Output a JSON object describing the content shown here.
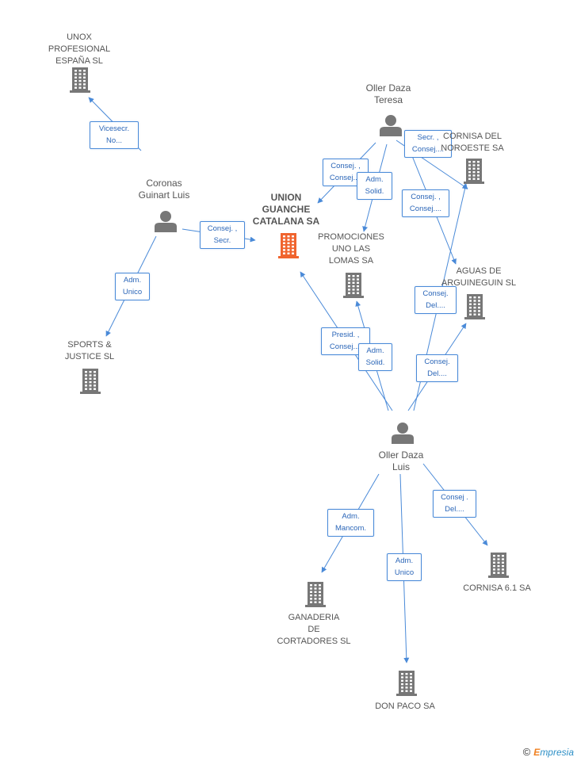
{
  "colors": {
    "edge": "#4a8ad8",
    "node": "#777777",
    "main": "#f0642e",
    "label_text": "#2b66b8"
  },
  "nodes": [
    {
      "id": "unox",
      "type": "company",
      "label": "UNOX\nPROFESIONAL\nESPAÑA  SL"
    },
    {
      "id": "coronas",
      "type": "person",
      "label": "Coronas\nGuinart Luis"
    },
    {
      "id": "sports",
      "type": "company",
      "label": "SPORTS &\nJUSTICE SL"
    },
    {
      "id": "union",
      "type": "company-main",
      "label": "UNION\nGUANCHE\nCATALANA SA"
    },
    {
      "id": "teresa",
      "type": "person",
      "label": "Oller Daza\nTeresa"
    },
    {
      "id": "cornisa_noroeste",
      "type": "company",
      "label": "CORNISA DEL\nNOROESTE SA"
    },
    {
      "id": "promociones",
      "type": "company",
      "label": "PROMOCIONES\nUNO LAS\nLOMAS SA"
    },
    {
      "id": "aguas",
      "type": "company",
      "label": "AGUAS DE\nARGUINEGUIN SL"
    },
    {
      "id": "luis",
      "type": "person",
      "label": "Oller Daza\nLuis"
    },
    {
      "id": "ganaderia",
      "type": "company",
      "label": "GANADERIA\nDE\nCORTADORES SL"
    },
    {
      "id": "cornisa61",
      "type": "company",
      "label": "CORNISA 6.1 SA"
    },
    {
      "id": "donpaco",
      "type": "company",
      "label": "DON PACO SA"
    }
  ],
  "edges": [
    {
      "label": "Vicesecr.\nNo..."
    },
    {
      "label": "Adm.\nUnico"
    },
    {
      "label": "Consej. ,\nSecr."
    },
    {
      "label": "Consej. ,\nConsej...."
    },
    {
      "label": "Adm.\nSolid."
    },
    {
      "label": "Secr. ,\nConsej...."
    },
    {
      "label": "Consej. ,\nConsej...."
    },
    {
      "label": "Presid. ,\nConsej...."
    },
    {
      "label": "Adm.\nSolid."
    },
    {
      "label": "Consej.\nDel...."
    },
    {
      "label": "Consej.\nDel...."
    },
    {
      "label": "Adm.\nMancom."
    },
    {
      "label": "Adm.\nUnico"
    },
    {
      "label": "Consej .\nDel...."
    }
  ],
  "credit": {
    "symbol": "©",
    "brand_initial": "E",
    "brand_rest": "mpresia"
  }
}
